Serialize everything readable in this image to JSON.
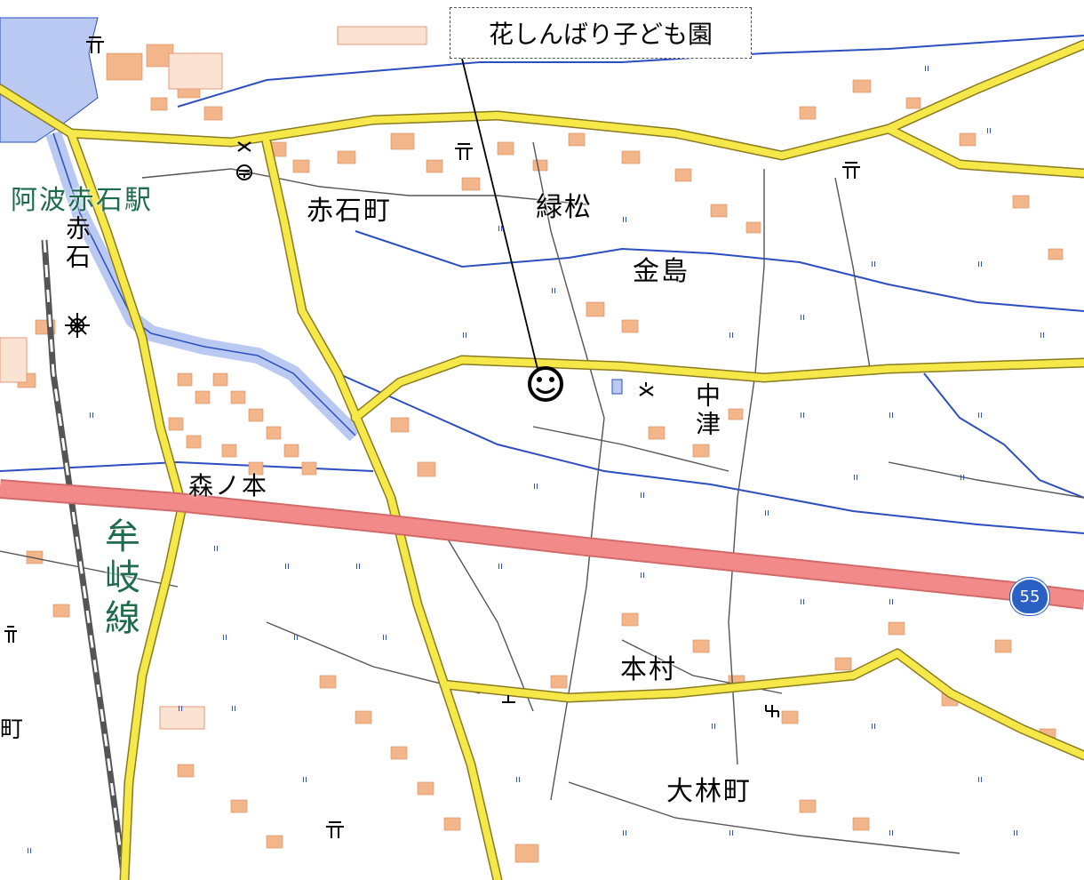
{
  "callout": {
    "label": "花しんばり子ども園"
  },
  "places": {
    "akaishi_station": "阿波赤石駅",
    "akaishi_vertical": "赤石",
    "akaishi_town": "赤石町",
    "midorimatsu": "緑松",
    "kanashima": "金島",
    "nakatsu": "中津",
    "morinomoto": "森ノ本",
    "honmura": "本村",
    "ohbayashi": "大林町",
    "muki_line": "牟岐線",
    "left_edge_text": "町"
  },
  "route_shield": {
    "number": "55"
  },
  "colors": {
    "water": "#b9c9f2",
    "building": "#f2b68a",
    "prefectural_road": "#f7e84a",
    "national_road": "#f28a8a",
    "stream": "#2b4fbf",
    "rail": "#555555",
    "station_text": "#1d6b4a"
  },
  "icons": [
    "shrine-icon",
    "school-icon",
    "temple-icon",
    "police-box-icon",
    "factory-icon",
    "post-office-icon",
    "kindergarten-marker-icon"
  ]
}
